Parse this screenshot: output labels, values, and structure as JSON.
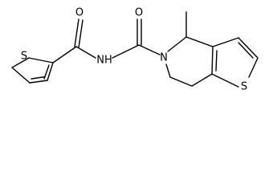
{
  "atoms": {
    "o_left": "O",
    "nh": "NH",
    "o_right": "O",
    "n_ring": "N",
    "s_left": "S",
    "s_right": "S"
  },
  "colors": {
    "bond": "#000000",
    "label": "#000000",
    "background": "#ffffff"
  }
}
